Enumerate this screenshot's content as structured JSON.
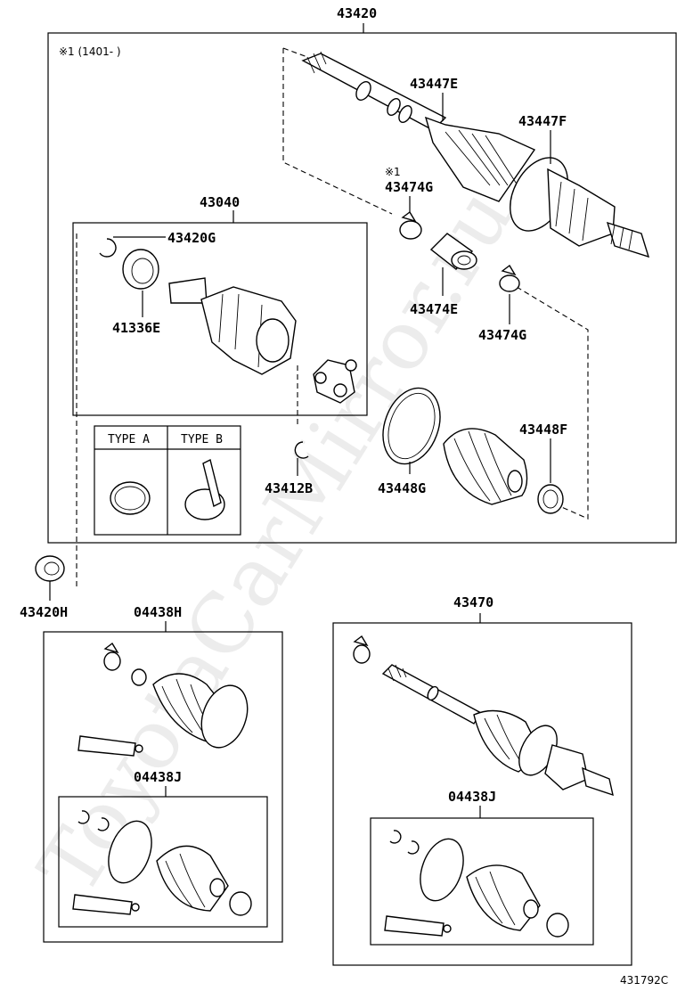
{
  "labels": {
    "assembly_main": "43420",
    "note_mark": "※1 (1401-   )",
    "inboard_joint": "43040",
    "snap_ring_g": "43420G",
    "dust_seal_e": "41336E",
    "shaft_e": "43447E",
    "shaft_f": "43447F",
    "note_mark_small": "※1",
    "clamp_g_top": "43474G",
    "damper_e": "43474E",
    "clamp_g_bottom": "43474G",
    "clamp_f": "43448F",
    "boot_g": "43448G",
    "snap_ring_b": "43412B",
    "dust_cover_h": "43420H",
    "boot_kit_h": "04438H",
    "boot_kit_j_left": "04438J",
    "assembly_rh": "43470",
    "boot_kit_j_right": "04438J",
    "type_a": "TYPE A",
    "type_b": "TYPE B",
    "figure_id": "431792C"
  },
  "watermark": "ToyotaCarMirror.ru"
}
